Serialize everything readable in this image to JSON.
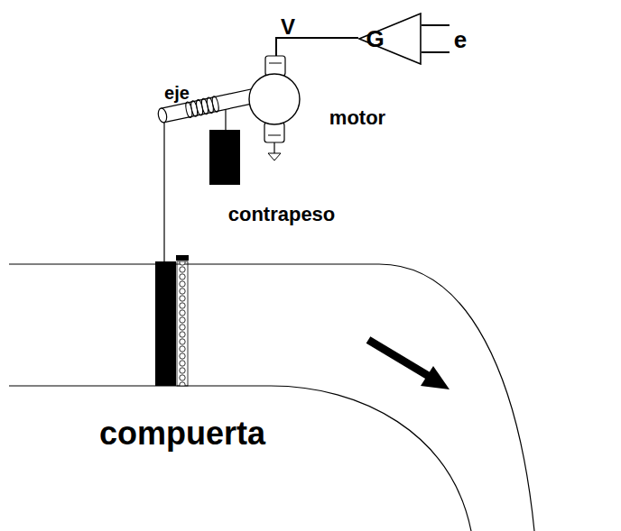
{
  "diagram": {
    "nodes": [
      {
        "text": [
          "G"
        ]
      }
    ],
    "labels": [
      "V",
      "e",
      "eje",
      "motor",
      "contrapeso",
      "compuerta"
    ]
  }
}
